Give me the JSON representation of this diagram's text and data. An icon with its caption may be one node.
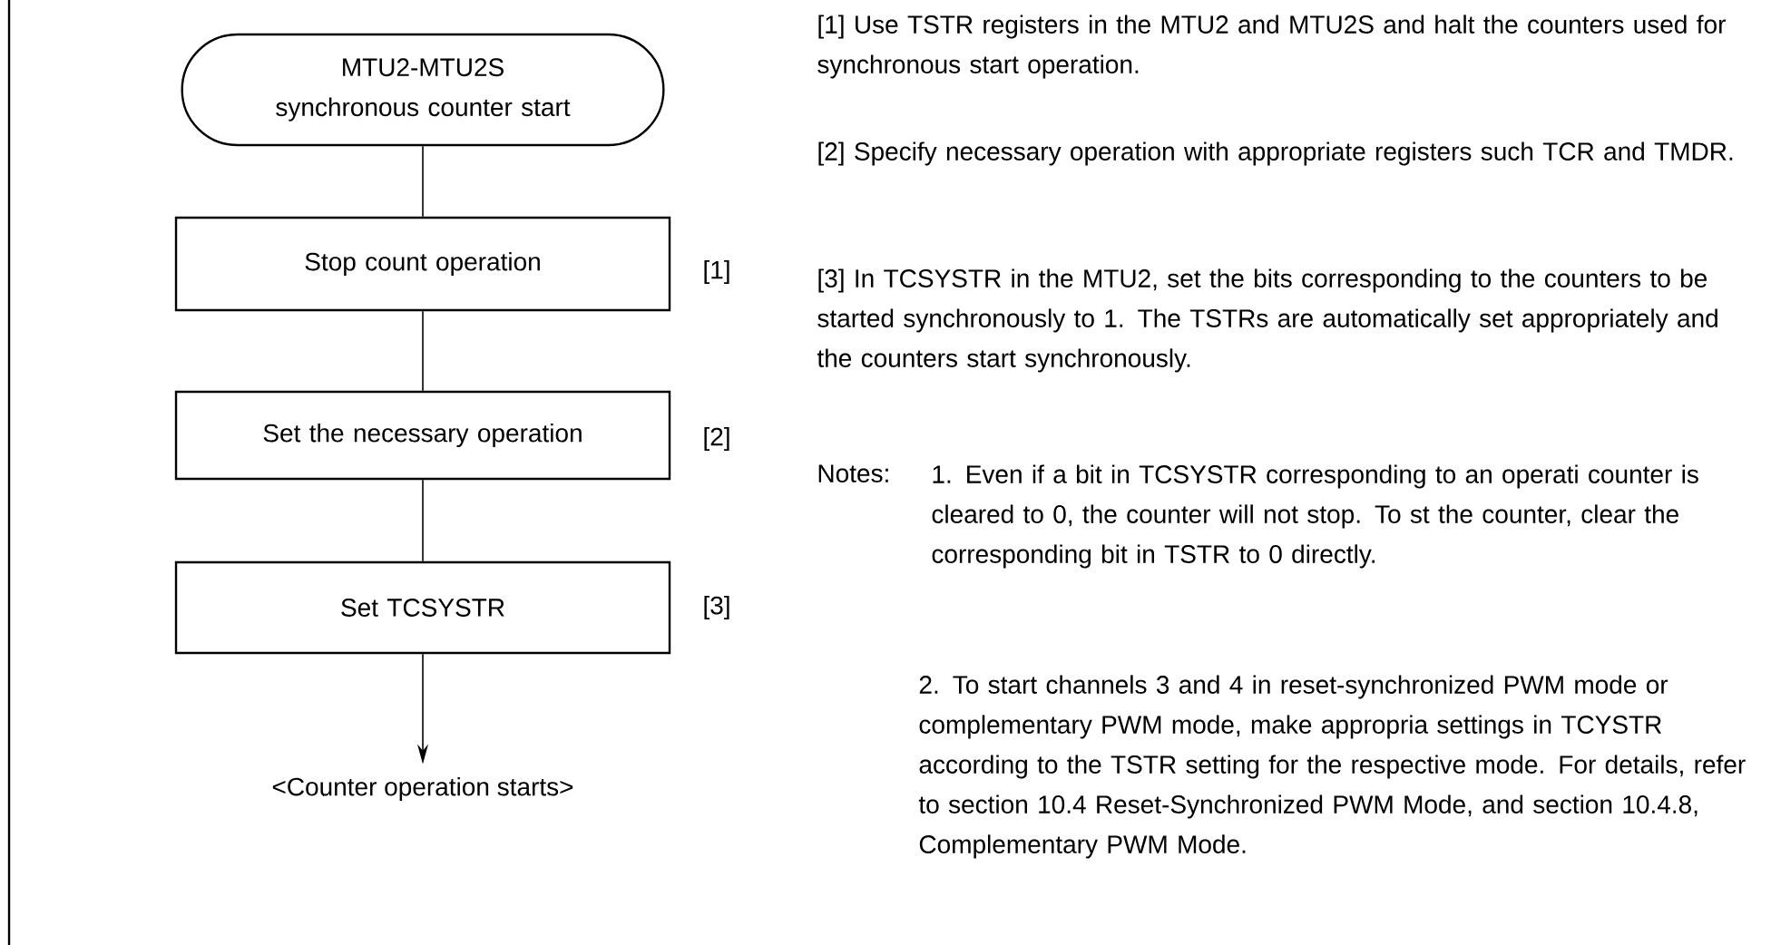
{
  "diagram": {
    "nodes": [
      {
        "text": [
          "MTU2-MTU2S synchronous counter start"
        ]
      },
      {
        "text": [
          "Stop count operation"
        ],
        "beside": [
          "[1]"
        ]
      },
      {
        "text": [
          "Set the necessary operation"
        ],
        "beside": [
          "[2]"
        ]
      },
      {
        "text": [
          "Set TCSYSTR"
        ],
        "beside": [
          "[3]"
        ]
      },
      {
        "text": [
          "<Counter operation starts>"
        ]
      }
    ],
    "edges": [
      {
        "from": 0,
        "to": 1,
        "arrow": "none"
      },
      {
        "from": 1,
        "to": 2,
        "arrow": "none"
      },
      {
        "from": 2,
        "to": 3,
        "arrow": "none"
      },
      {
        "from": 3,
        "to": 4,
        "arrow": "to"
      }
    ],
    "labels": [
      "[1] Use TSTR registers in the MTU2 and MTU2S and halt the counters used for synchronous start operation.",
      "[2] Specify necessary operation with appropriate registers such TCR and TMDR.",
      "[3] In TCSYSTR in the MTU2, set the bits corresponding to the counters to be started synchronously to 1. The TSTRs are automatically set appropriately and the counters start synchronously.",
      "Notes:",
      "1. Even if a bit in TCSYSTR corresponding to an operati counter is cleared to 0, the counter will not stop. To st the counter, clear the corresponding bit in TSTR to 0 directly.",
      "2. To start channels 3 and 4 in reset-synchronized PWM mode or complementary PWM mode, make appropria settings in TCYSTR according to the TSTR setting for the respective mode. For details, refer to section 10.4 Reset-Synchronized PWM Mode, and section 10.4.8, Complementary PWM Mode."
    ]
  }
}
